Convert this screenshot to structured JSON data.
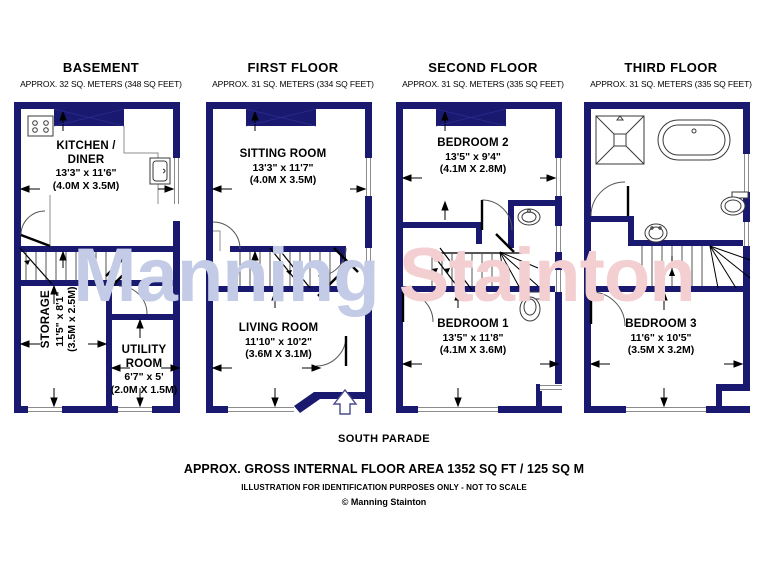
{
  "colors": {
    "wall": "#191970",
    "wall_dark": "#12126e",
    "fixture_stroke": "#3a3a3a",
    "watermark_blue": "#c3cbe6",
    "watermark_pink": "#f3cfd2",
    "background": "#ffffff",
    "text": "#000000"
  },
  "watermark": {
    "part1": "Manning",
    "part2": " Stainton"
  },
  "floors": [
    {
      "id": "basement",
      "title": "BASEMENT",
      "area": "APPROX. 32 SQ. METERS (348 SQ FEET)",
      "rooms": [
        {
          "name": "KITCHEN /",
          "name2": "DINER",
          "dim_ft": "13'3\" x 11'6\"",
          "dim_m": "(4.0M X 3.5M)"
        },
        {
          "name": "STORAGE",
          "dim_ft": "11'5\" x 8'1\"",
          "dim_m": "(3.5M x 2.5M)"
        },
        {
          "name": "UTILITY",
          "name2": "ROOM",
          "dim_ft": "6'7\" x 5'",
          "dim_m": "(2.0M X 1.5M)"
        }
      ],
      "fixtures": [
        "hob-icon",
        "sink-icon"
      ]
    },
    {
      "id": "first-floor",
      "title": "FIRST FLOOR",
      "area": "APPROX. 31 SQ. METERS (334 SQ FEET)",
      "rooms": [
        {
          "name": "SITTING ROOM",
          "dim_ft": "13'3\" x 11'7\"",
          "dim_m": "(4.0M X 3.5M)"
        },
        {
          "name": "LIVING ROOM",
          "dim_ft": "11'10\" x 10'2\"",
          "dim_m": "(3.6M X 3.1M)"
        }
      ],
      "fixtures": [
        "entrance-arrow-icon"
      ]
    },
    {
      "id": "second-floor",
      "title": "SECOND FLOOR",
      "area": "APPROX. 31 SQ. METERS (335 SQ FEET)",
      "rooms": [
        {
          "name": "BEDROOM 2",
          "dim_ft": "13'5\" x 9'4\"",
          "dim_m": "(4.1M X 2.8M)"
        },
        {
          "name": "BEDROOM 1",
          "dim_ft": "13'5\" x 11'8\"",
          "dim_m": "(4.1M X 3.6M)"
        }
      ],
      "fixtures": [
        "basin-icon",
        "toilet-icon"
      ]
    },
    {
      "id": "third-floor",
      "title": "THIRD FLOOR",
      "area": "APPROX. 31 SQ. METERS (335 SQ FEET)",
      "rooms": [
        {
          "name": "BEDROOM 3",
          "dim_ft": "11'6\" x 10'5\"",
          "dim_m": "(3.5M X 3.2M)"
        }
      ],
      "fixtures": [
        "shower-icon",
        "bathtub-icon",
        "toilet-icon",
        "basin-icon"
      ]
    }
  ],
  "footer": {
    "street": "SOUTH PARADE",
    "gross_area": "APPROX. GROSS INTERNAL FLOOR AREA 1352 SQ FT / 125 SQ M",
    "disclaimer": "ILLUSTRATION FOR IDENTIFICATION PURPOSES ONLY - NOT TO SCALE",
    "copyright": "© Manning Stainton"
  }
}
